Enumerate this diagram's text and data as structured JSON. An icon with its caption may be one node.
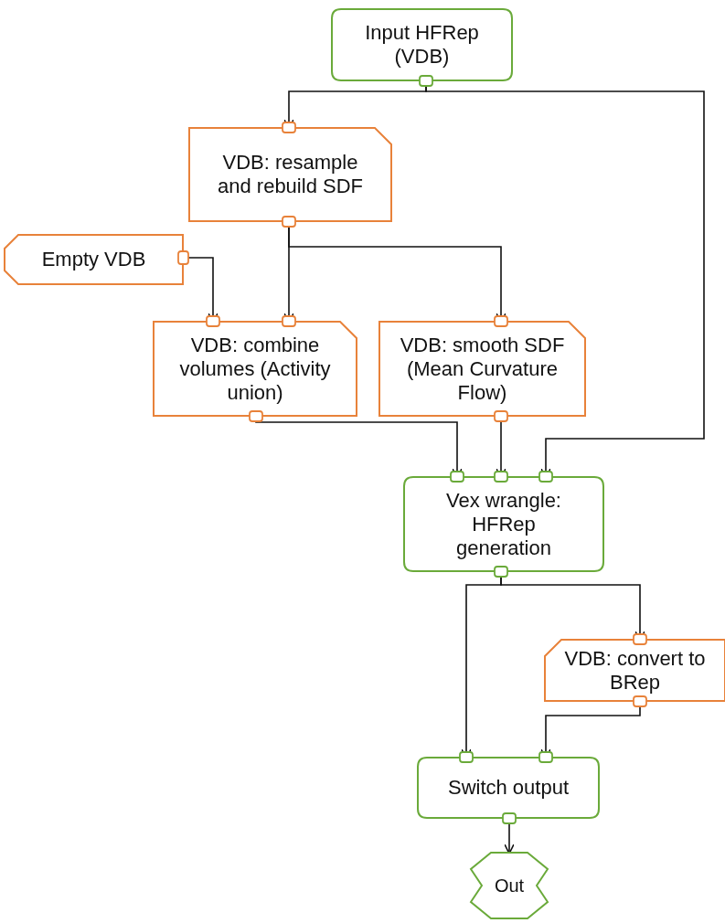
{
  "diagram": {
    "nodes": [
      {
        "text": [
          "Input HFRep (VDB)"
        ]
      },
      {
        "text": [
          "VDB: resample and rebuild SDF"
        ]
      },
      {
        "text": [
          "Empty VDB"
        ]
      },
      {
        "text": [
          "VDB: combine volumes (Activity union)"
        ]
      },
      {
        "text": [
          "VDB: smooth SDF (Mean Curvature Flow)"
        ]
      },
      {
        "text": [
          "Vex wrangle: HFRep generation"
        ]
      },
      {
        "text": [
          "VDB: convert to BRep"
        ]
      },
      {
        "text": [
          "Switch output"
        ]
      },
      {
        "text": [
          "Out"
        ]
      }
    ],
    "edges": [
      {
        "from": 0,
        "to": 1,
        "arrow": "to"
      },
      {
        "from": 0,
        "to": 5,
        "arrow": "to"
      },
      {
        "from": 1,
        "to": 3,
        "arrow": "to"
      },
      {
        "from": 1,
        "to": 4,
        "arrow": "to"
      },
      {
        "from": 2,
        "to": 3,
        "arrow": "to"
      },
      {
        "from": 3,
        "to": 5,
        "arrow": "to"
      },
      {
        "from": 4,
        "to": 5,
        "arrow": "to"
      },
      {
        "from": 5,
        "to": 6,
        "arrow": "to"
      },
      {
        "from": 5,
        "to": 7,
        "arrow": "to"
      },
      {
        "from": 6,
        "to": 7,
        "arrow": "to"
      },
      {
        "from": 7,
        "to": 8,
        "arrow": "to"
      }
    ]
  }
}
